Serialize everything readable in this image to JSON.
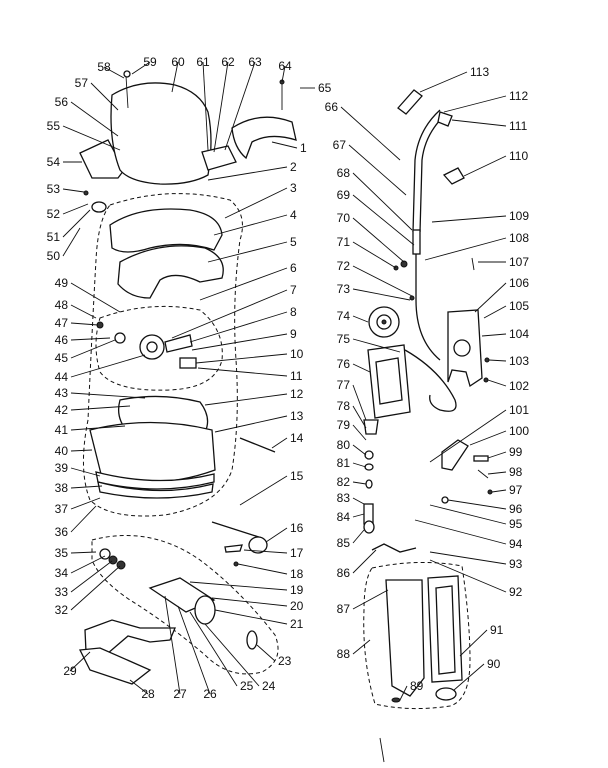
{
  "callouts": [
    {
      "id": "1",
      "label": "1"
    },
    {
      "id": "2",
      "label": "2"
    },
    {
      "id": "3",
      "label": "3"
    },
    {
      "id": "4",
      "label": "4"
    },
    {
      "id": "5",
      "label": "5"
    },
    {
      "id": "6",
      "label": "6"
    },
    {
      "id": "7",
      "label": "7"
    },
    {
      "id": "8",
      "label": "8"
    },
    {
      "id": "9",
      "label": "9"
    },
    {
      "id": "10",
      "label": "10"
    },
    {
      "id": "11",
      "label": "11"
    },
    {
      "id": "12",
      "label": "12"
    },
    {
      "id": "13",
      "label": "13"
    },
    {
      "id": "14",
      "label": "14"
    },
    {
      "id": "15",
      "label": "15"
    },
    {
      "id": "16",
      "label": "16"
    },
    {
      "id": "17",
      "label": "17"
    },
    {
      "id": "18",
      "label": "18"
    },
    {
      "id": "19",
      "label": "19"
    },
    {
      "id": "20",
      "label": "20"
    },
    {
      "id": "21",
      "label": "21"
    },
    {
      "id": "23",
      "label": "23"
    },
    {
      "id": "24",
      "label": "24"
    },
    {
      "id": "25",
      "label": "25"
    },
    {
      "id": "26",
      "label": "26"
    },
    {
      "id": "27",
      "label": "27"
    },
    {
      "id": "28",
      "label": "28"
    },
    {
      "id": "29",
      "label": "29"
    },
    {
      "id": "32",
      "label": "32"
    },
    {
      "id": "33",
      "label": "33"
    },
    {
      "id": "34",
      "label": "34"
    },
    {
      "id": "35",
      "label": "35"
    },
    {
      "id": "36",
      "label": "36"
    },
    {
      "id": "37",
      "label": "37"
    },
    {
      "id": "38",
      "label": "38"
    },
    {
      "id": "39",
      "label": "39"
    },
    {
      "id": "40",
      "label": "40"
    },
    {
      "id": "41",
      "label": "41"
    },
    {
      "id": "42",
      "label": "42"
    },
    {
      "id": "43",
      "label": "43"
    },
    {
      "id": "44",
      "label": "44"
    },
    {
      "id": "45",
      "label": "45"
    },
    {
      "id": "46",
      "label": "46"
    },
    {
      "id": "47",
      "label": "47"
    },
    {
      "id": "48",
      "label": "48"
    },
    {
      "id": "49",
      "label": "49"
    },
    {
      "id": "50",
      "label": "50"
    },
    {
      "id": "51",
      "label": "51"
    },
    {
      "id": "52",
      "label": "52"
    },
    {
      "id": "53",
      "label": "53"
    },
    {
      "id": "54",
      "label": "54"
    },
    {
      "id": "55",
      "label": "55"
    },
    {
      "id": "56",
      "label": "56"
    },
    {
      "id": "57",
      "label": "57"
    },
    {
      "id": "58",
      "label": "58"
    },
    {
      "id": "59",
      "label": "59"
    },
    {
      "id": "60",
      "label": "60"
    },
    {
      "id": "61",
      "label": "61"
    },
    {
      "id": "62",
      "label": "62"
    },
    {
      "id": "63",
      "label": "63"
    },
    {
      "id": "64",
      "label": "64"
    },
    {
      "id": "65",
      "label": "65"
    },
    {
      "id": "66",
      "label": "66"
    },
    {
      "id": "67",
      "label": "67"
    },
    {
      "id": "68",
      "label": "68"
    },
    {
      "id": "69",
      "label": "69"
    },
    {
      "id": "70",
      "label": "70"
    },
    {
      "id": "71",
      "label": "71"
    },
    {
      "id": "72",
      "label": "72"
    },
    {
      "id": "73",
      "label": "73"
    },
    {
      "id": "74",
      "label": "74"
    },
    {
      "id": "75",
      "label": "75"
    },
    {
      "id": "76",
      "label": "76"
    },
    {
      "id": "77",
      "label": "77"
    },
    {
      "id": "78",
      "label": "78"
    },
    {
      "id": "79",
      "label": "79"
    },
    {
      "id": "80",
      "label": "80"
    },
    {
      "id": "81",
      "label": "81"
    },
    {
      "id": "82",
      "label": "82"
    },
    {
      "id": "83",
      "label": "83"
    },
    {
      "id": "84",
      "label": "84"
    },
    {
      "id": "85",
      "label": "85"
    },
    {
      "id": "86",
      "label": "86"
    },
    {
      "id": "87",
      "label": "87"
    },
    {
      "id": "88",
      "label": "88"
    },
    {
      "id": "89",
      "label": "89"
    },
    {
      "id": "90",
      "label": "90"
    },
    {
      "id": "91",
      "label": "91"
    },
    {
      "id": "92",
      "label": "92"
    },
    {
      "id": "93",
      "label": "93"
    },
    {
      "id": "94",
      "label": "94"
    },
    {
      "id": "95",
      "label": "95"
    },
    {
      "id": "96",
      "label": "96"
    },
    {
      "id": "97",
      "label": "97"
    },
    {
      "id": "98",
      "label": "98"
    },
    {
      "id": "99",
      "label": "99"
    },
    {
      "id": "100",
      "label": "100"
    },
    {
      "id": "101",
      "label": "101"
    },
    {
      "id": "102",
      "label": "102"
    },
    {
      "id": "103",
      "label": "103"
    },
    {
      "id": "104",
      "label": "104"
    },
    {
      "id": "105",
      "label": "105"
    },
    {
      "id": "106",
      "label": "106"
    },
    {
      "id": "107",
      "label": "107"
    },
    {
      "id": "108",
      "label": "108"
    },
    {
      "id": "109",
      "label": "109"
    },
    {
      "id": "110",
      "label": "110"
    },
    {
      "id": "111",
      "label": "111"
    },
    {
      "id": "112",
      "label": "112"
    },
    {
      "id": "113",
      "label": "113"
    }
  ]
}
